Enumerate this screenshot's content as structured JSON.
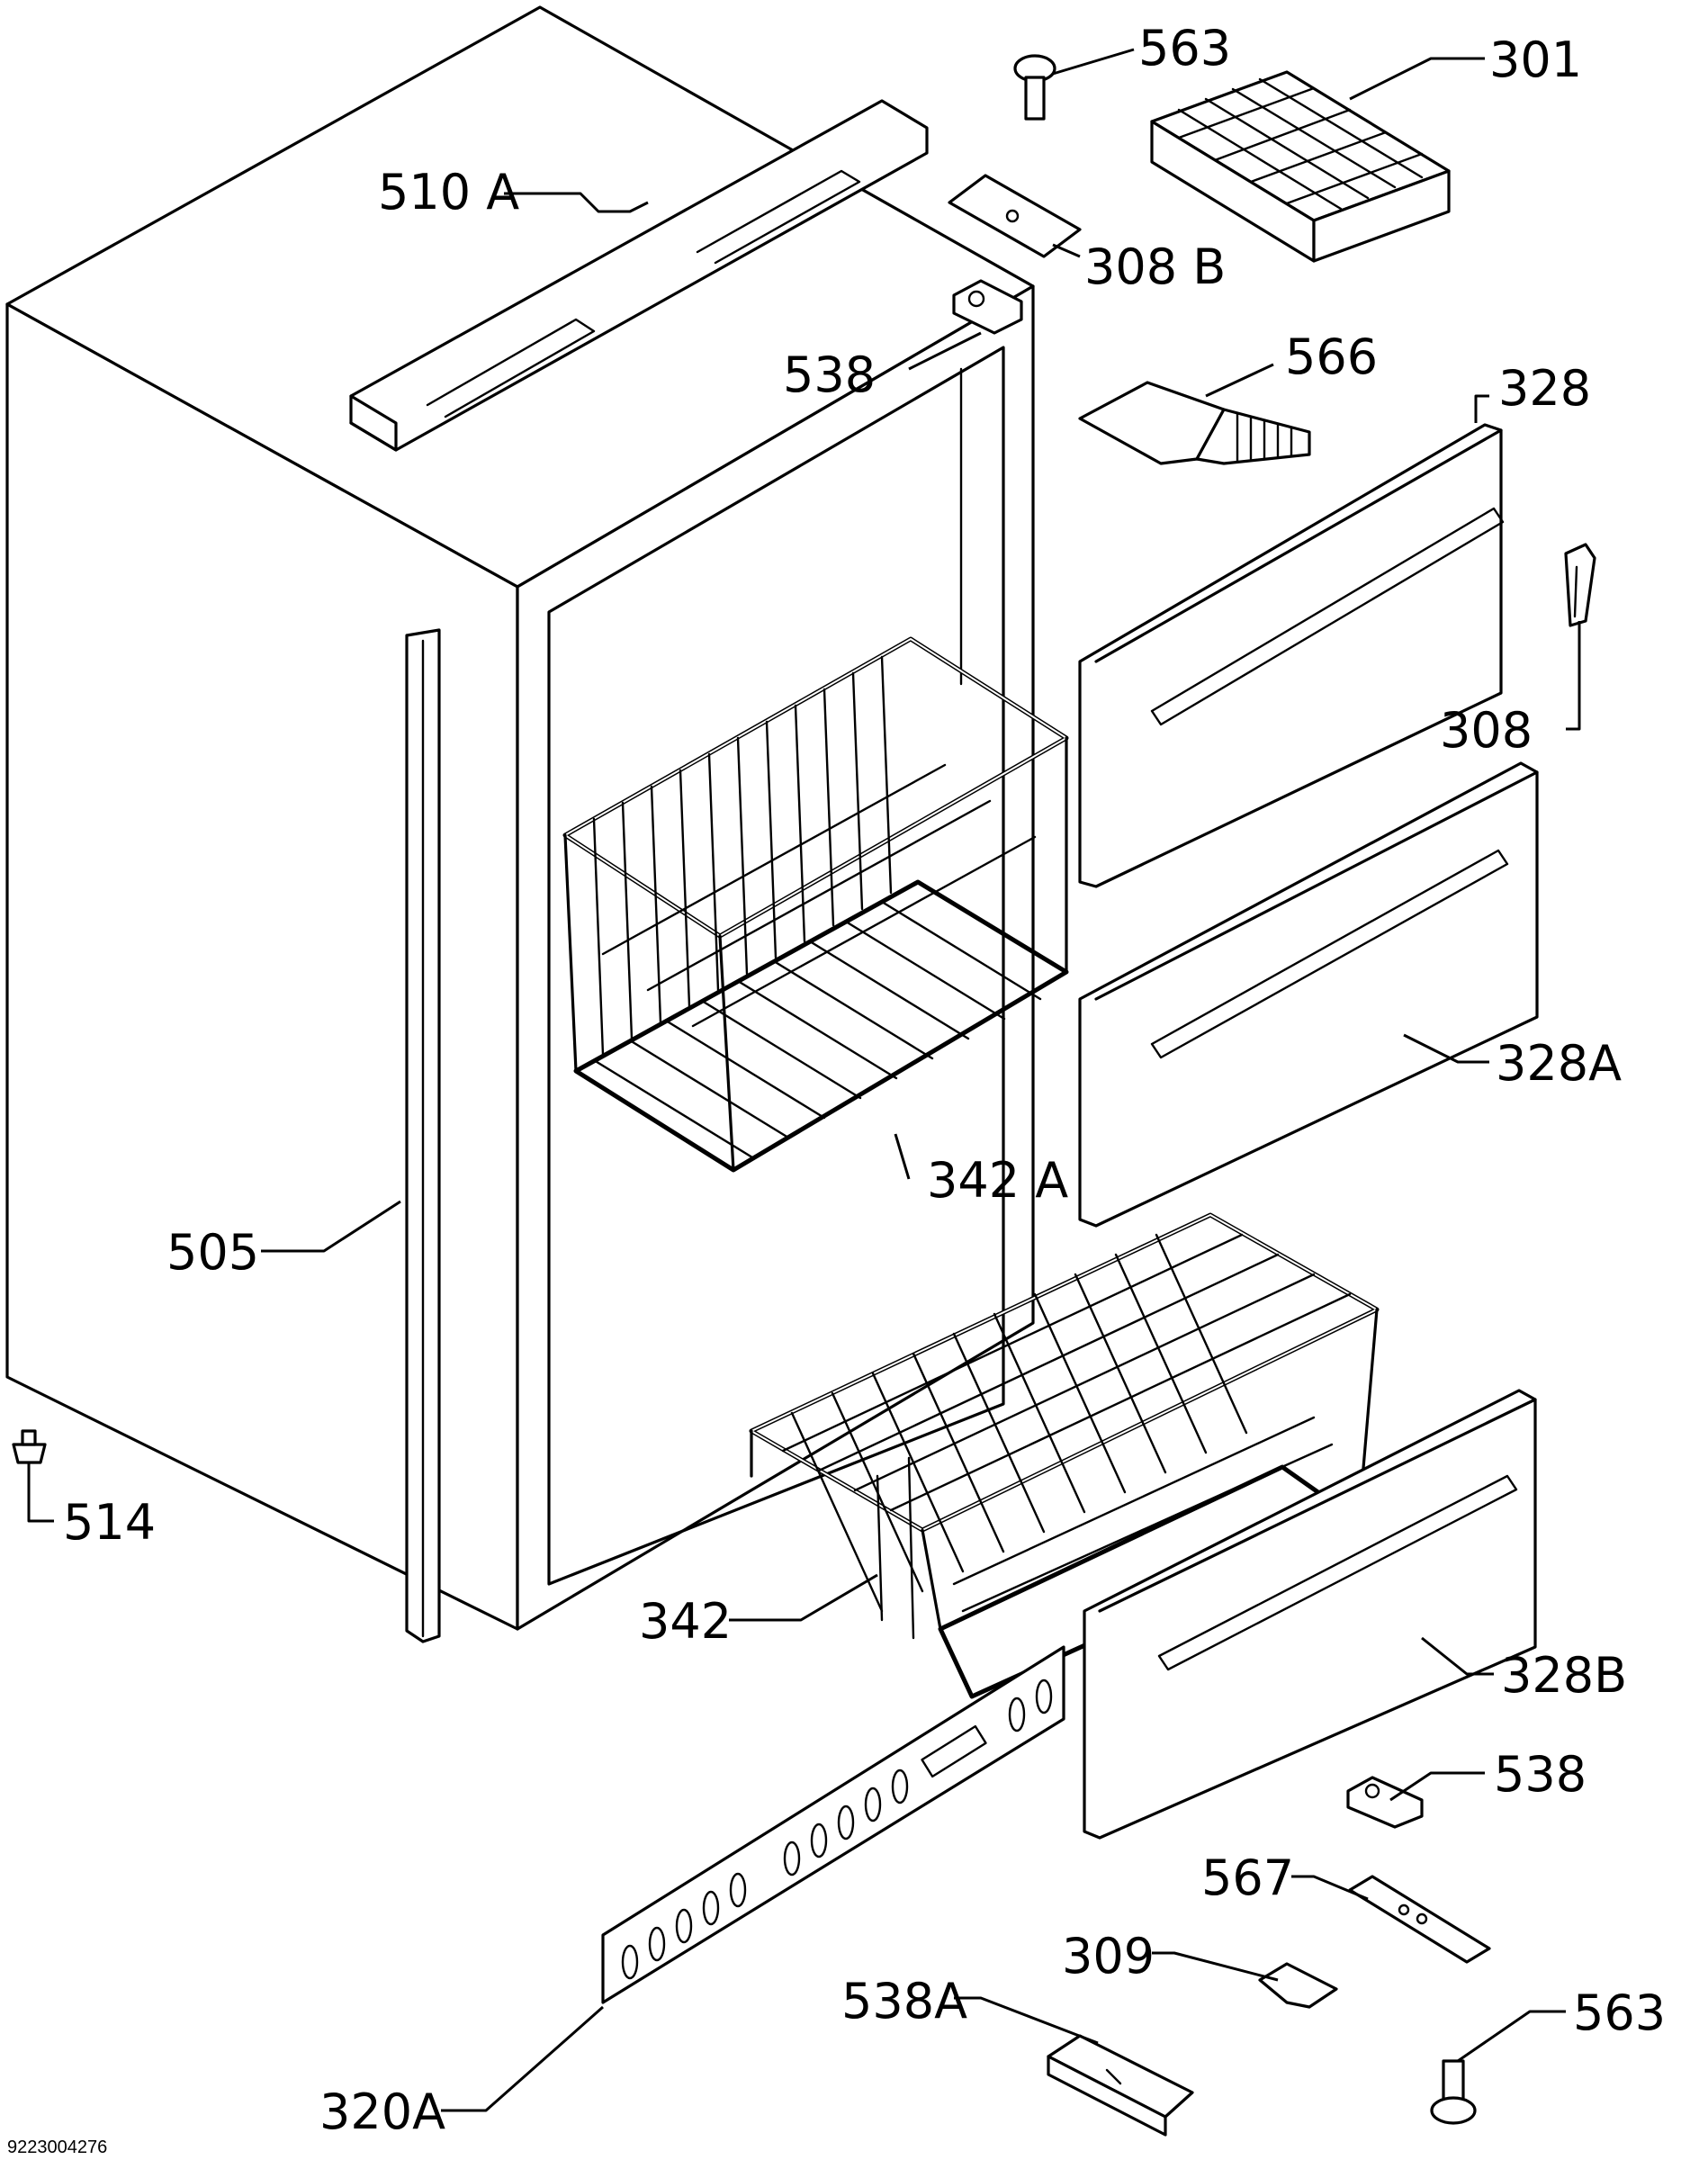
{
  "drawing_number": "9223004276",
  "callouts": [
    {
      "id": "563-top",
      "text": "563"
    },
    {
      "id": "301",
      "text": "301"
    },
    {
      "id": "510a",
      "text": "510 A"
    },
    {
      "id": "308b",
      "text": "308 B"
    },
    {
      "id": "538-top",
      "text": "538"
    },
    {
      "id": "566",
      "text": "566"
    },
    {
      "id": "328",
      "text": "328"
    },
    {
      "id": "308",
      "text": "308"
    },
    {
      "id": "328a",
      "text": "328A"
    },
    {
      "id": "342a",
      "text": "342 A"
    },
    {
      "id": "505",
      "text": "505"
    },
    {
      "id": "514",
      "text": "514"
    },
    {
      "id": "342",
      "text": "342"
    },
    {
      "id": "328b",
      "text": "328B"
    },
    {
      "id": "538-bottom",
      "text": "538"
    },
    {
      "id": "567",
      "text": "567"
    },
    {
      "id": "309",
      "text": "309"
    },
    {
      "id": "538a",
      "text": "538A"
    },
    {
      "id": "563-bottom",
      "text": "563"
    },
    {
      "id": "320a",
      "text": "320A"
    }
  ]
}
